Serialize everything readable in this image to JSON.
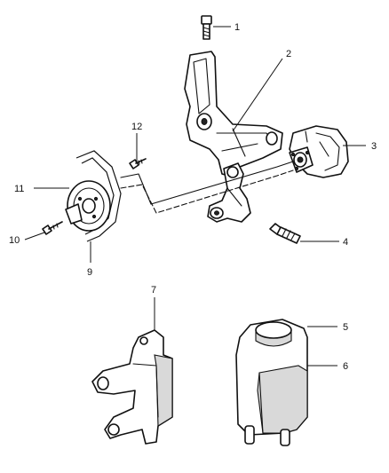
{
  "callouts": [
    {
      "id": "1",
      "label": "1"
    },
    {
      "id": "2",
      "label": "2"
    },
    {
      "id": "3",
      "label": "3"
    },
    {
      "id": "4",
      "label": "4"
    },
    {
      "id": "5",
      "label": "5"
    },
    {
      "id": "6",
      "label": "6"
    },
    {
      "id": "7",
      "label": "7"
    },
    {
      "id": "9",
      "label": "9"
    },
    {
      "id": "10",
      "label": "10"
    },
    {
      "id": "11",
      "label": "11"
    },
    {
      "id": "12",
      "label": "12"
    }
  ]
}
